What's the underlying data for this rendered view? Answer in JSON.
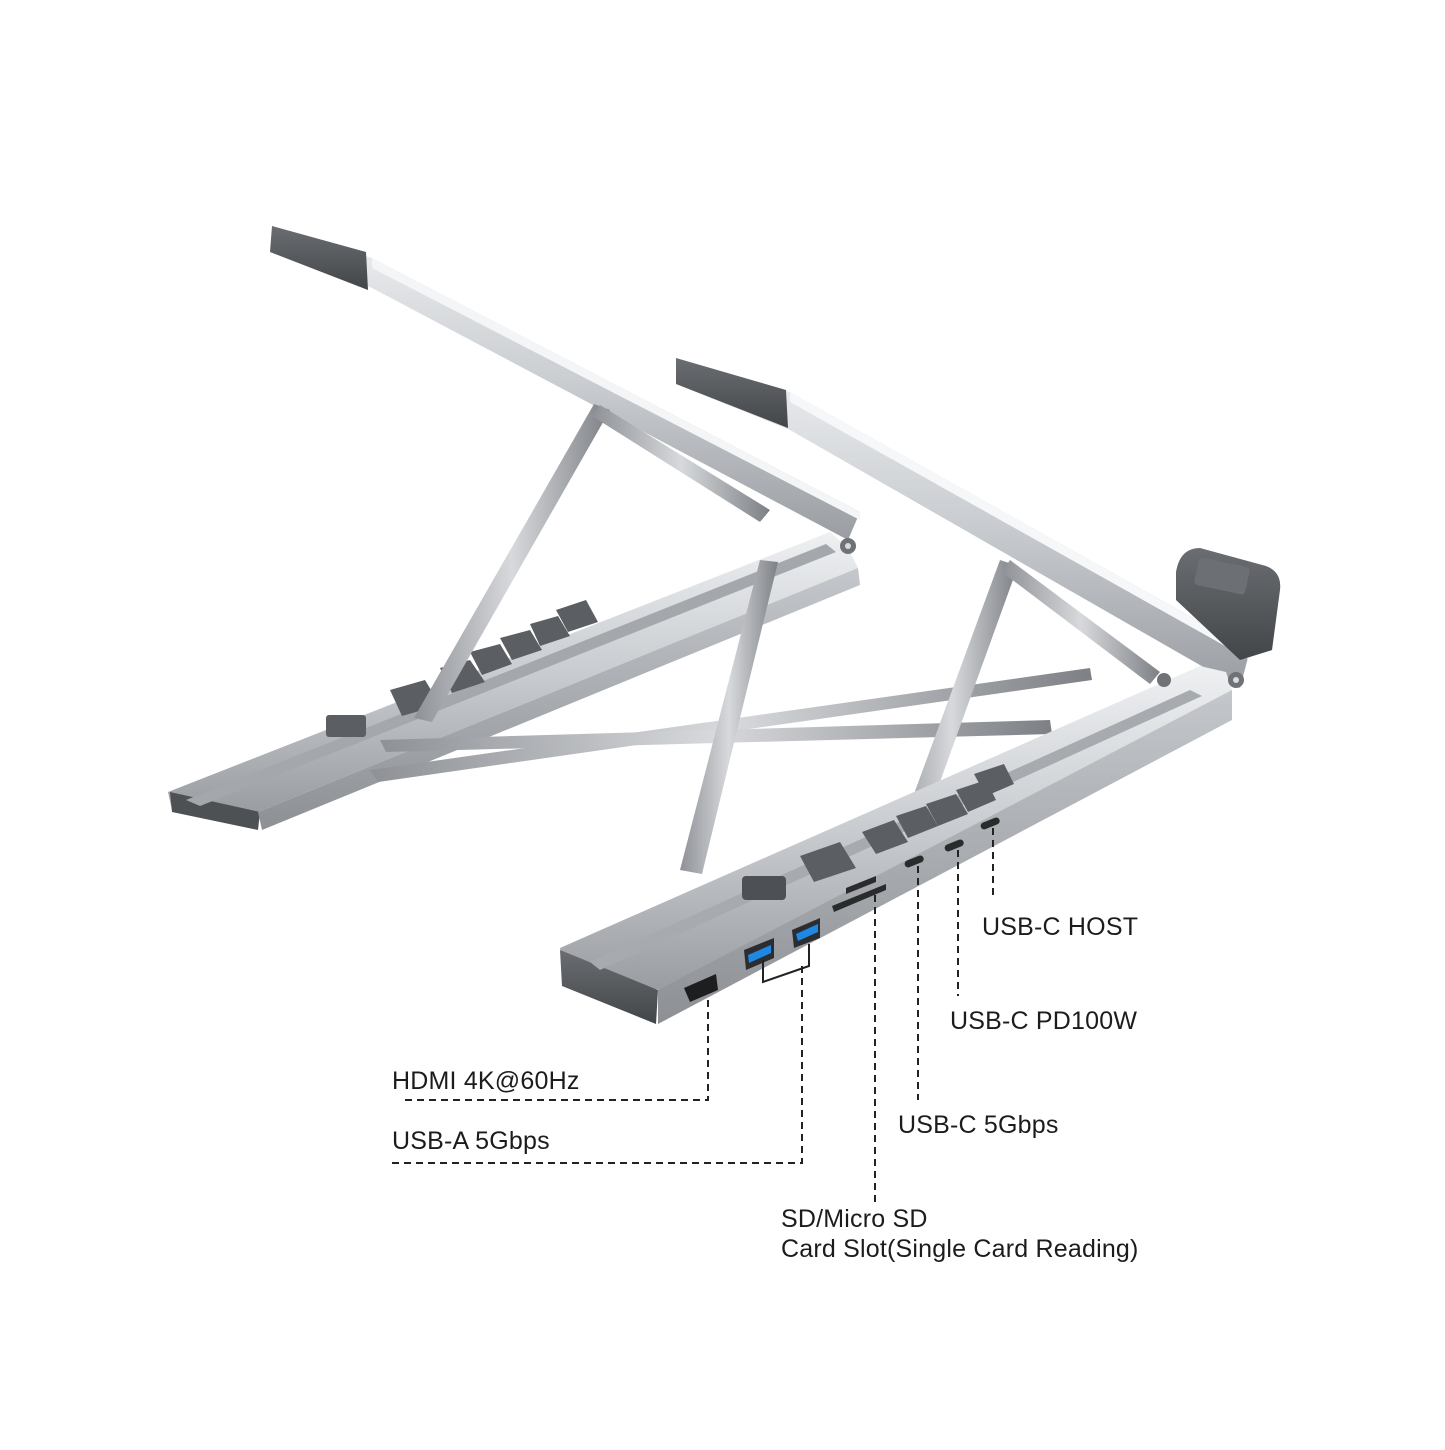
{
  "product": {
    "name": "Foldable laptop stand with built-in USB-C docking hub",
    "colors": {
      "background": "#ffffff",
      "aluminum_light": "#d9dbde",
      "aluminum_mid": "#b4b7bb",
      "aluminum_dark": "#8a8d92",
      "rubber_pad": "#55585c",
      "rubber_pad_dark": "#3f4245",
      "usb_a_blue": "#1e88e5",
      "label_text": "#1c1c1c",
      "leader_line": "#222222"
    }
  },
  "callouts": [
    {
      "id": "usb-c-host",
      "text": "USB-C HOST"
    },
    {
      "id": "usb-c-pd",
      "text": "USB-C PD100W"
    },
    {
      "id": "hdmi",
      "text": "HDMI 4K@60Hz"
    },
    {
      "id": "usb-c-data",
      "text": "USB-C 5Gbps"
    },
    {
      "id": "usb-a",
      "text": "USB-A 5Gbps"
    },
    {
      "id": "card-slot",
      "text_line1": "SD/Micro SD",
      "text_line2": "Card Slot(Single Card Reading)"
    }
  ],
  "ports": [
    {
      "type": "HDMI",
      "count": 1
    },
    {
      "type": "USB-A",
      "count": 2,
      "color": "#1e88e5"
    },
    {
      "type": "SD card slot",
      "count": 1
    },
    {
      "type": "Micro SD card slot",
      "count": 1
    },
    {
      "type": "USB-C 5Gbps",
      "count": 1
    },
    {
      "type": "USB-C PD100W",
      "count": 1
    },
    {
      "type": "USB-C HOST",
      "count": 1
    }
  ]
}
